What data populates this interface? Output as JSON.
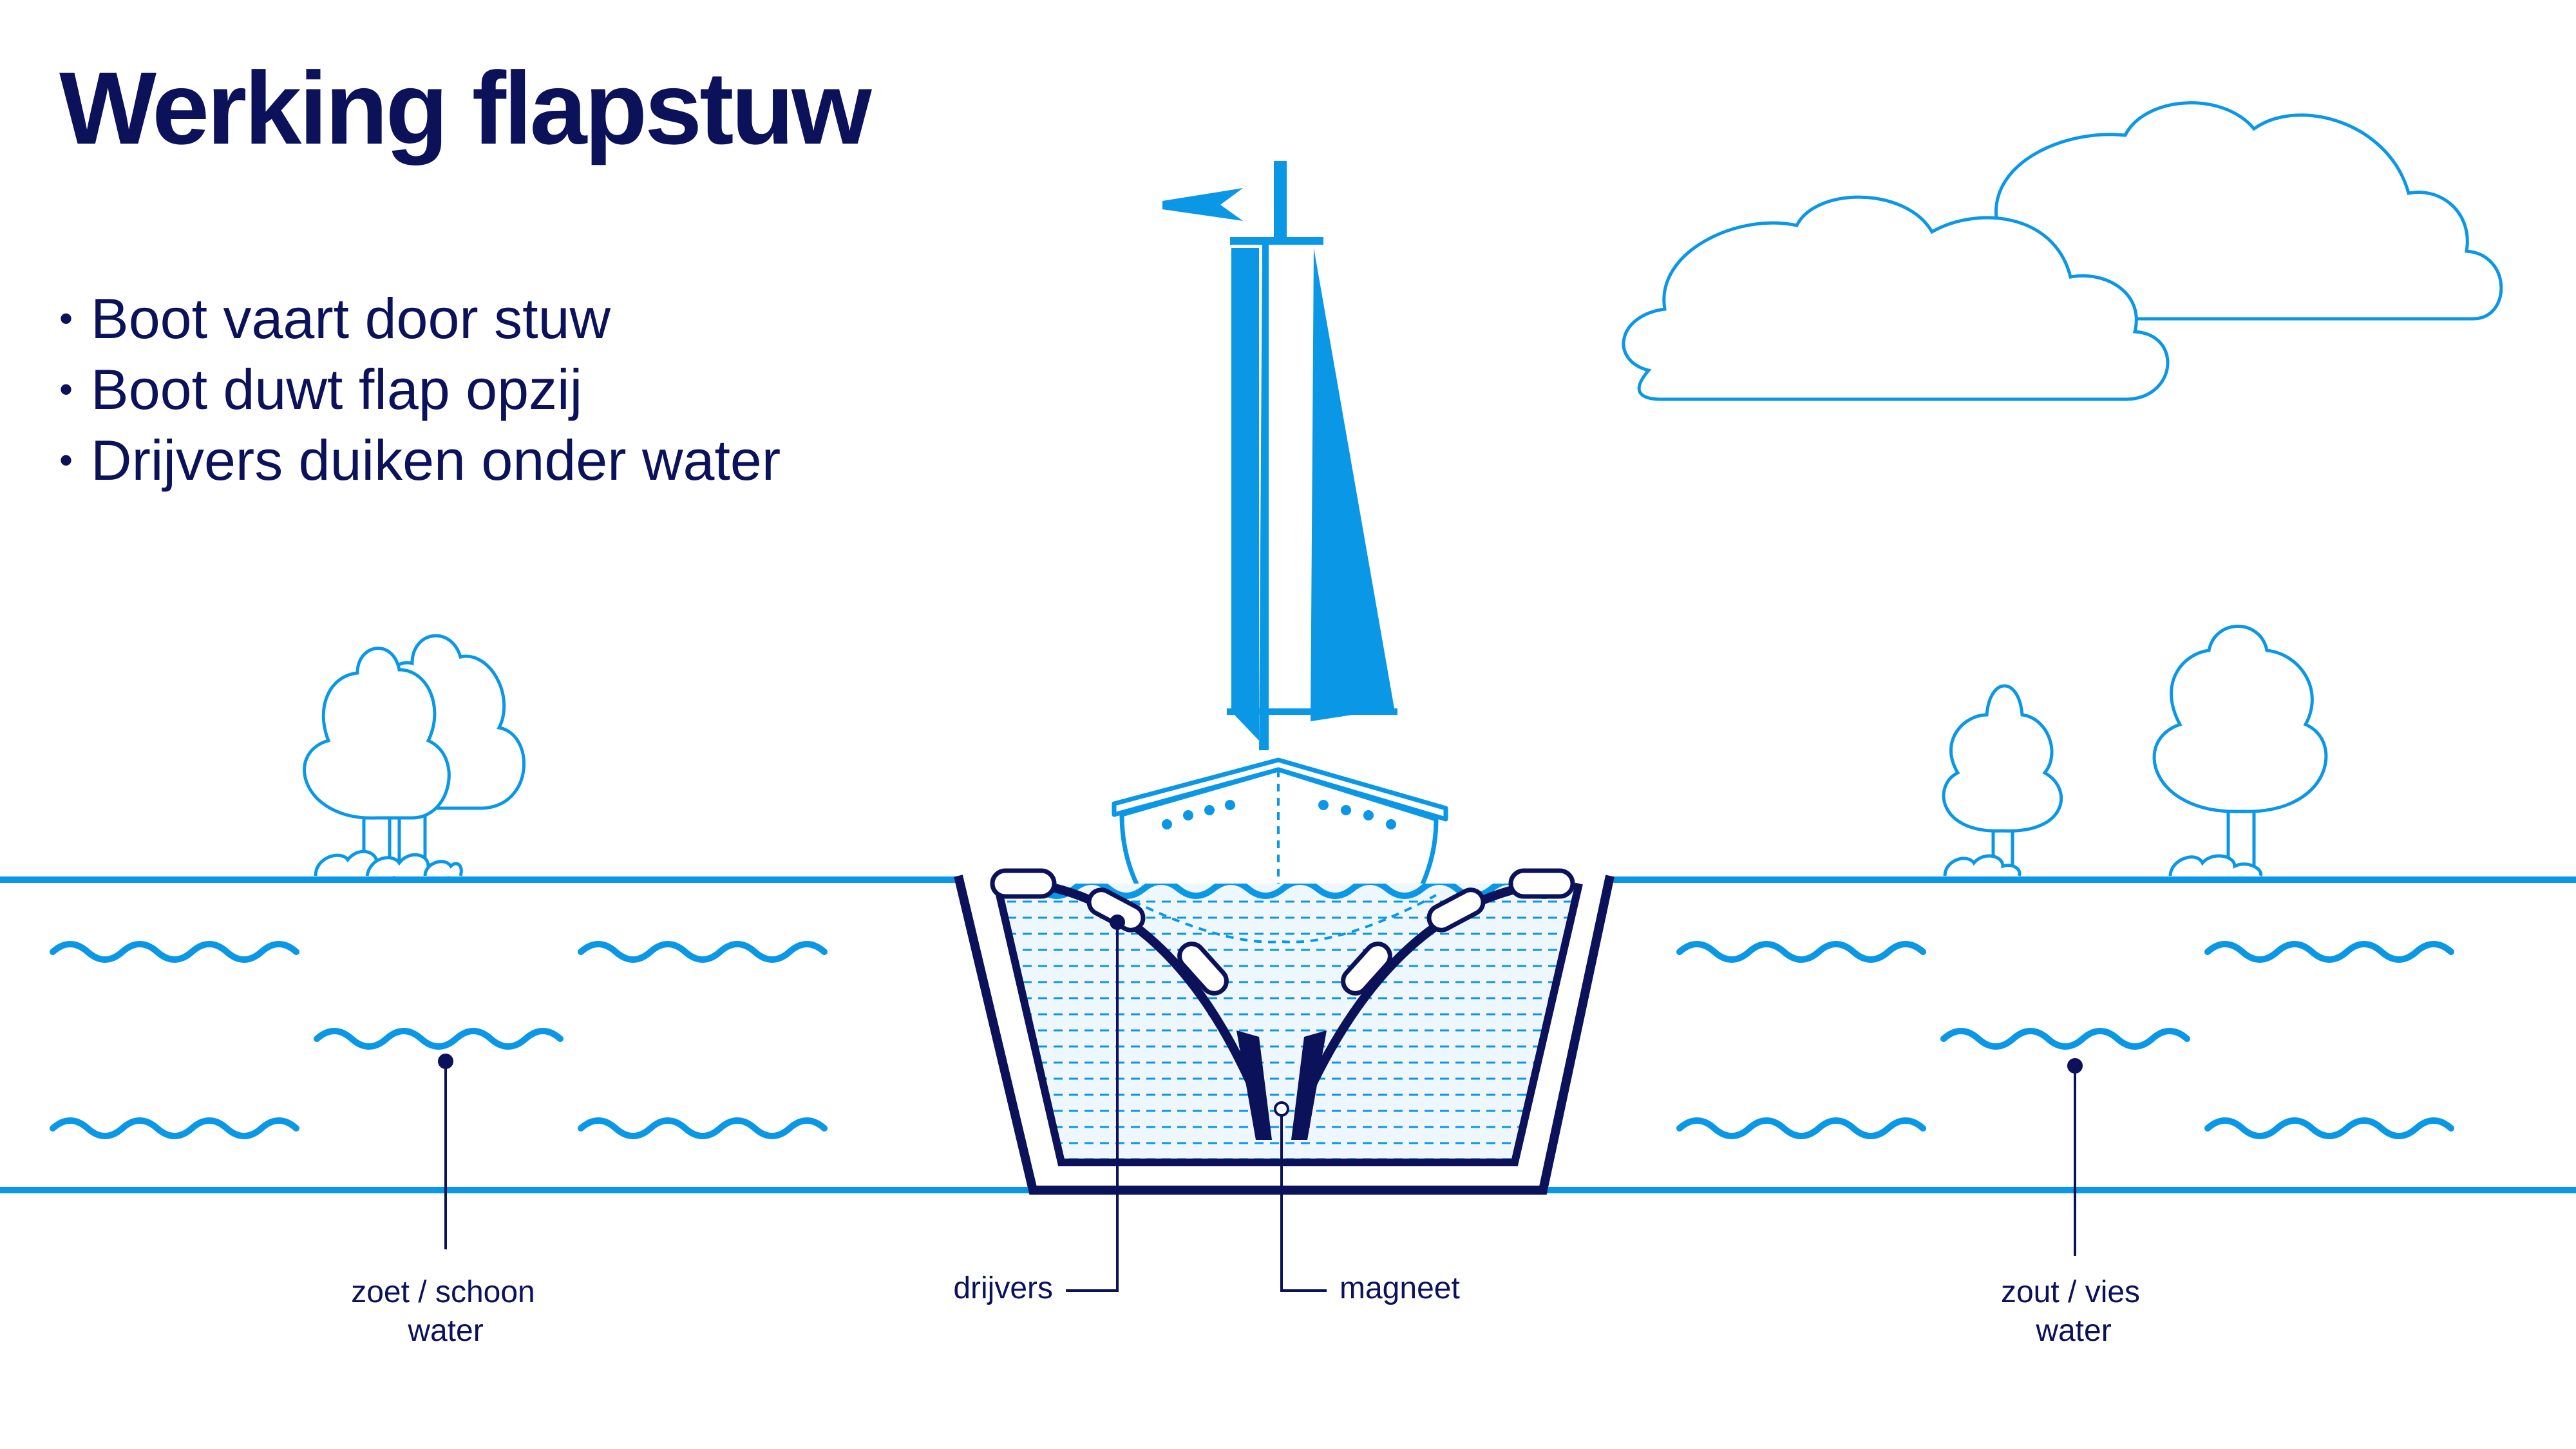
{
  "title": "Werking flapstuw",
  "bullets": [
    "Boot vaart door stuw",
    "Boot duwt flap opzij",
    "Drijvers duiken onder water"
  ],
  "labels": {
    "left_water_line1": "zoet / schoon",
    "left_water_line2": "water",
    "right_water_line1": "zout / vies",
    "right_water_line2": "water",
    "floats": "drijvers",
    "magnet": "magneet"
  },
  "colors": {
    "navy": "#0b1259",
    "blue": "#0a97e6"
  }
}
